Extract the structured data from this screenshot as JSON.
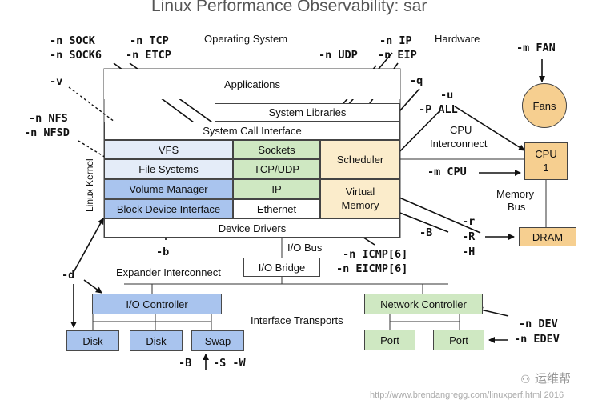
{
  "title": "Linux Performance Observability: sar",
  "sections": {
    "os": "Operating System",
    "hardware": "Hardware",
    "kernel": "Linux Kernel",
    "cpu_interconnect": "CPU Interconnect",
    "memory_bus": "Memory Bus",
    "io_bus": "I/O Bus",
    "expander": "Expander Interconnect",
    "transports": "Interface Transports"
  },
  "blocks": {
    "applications": "Applications",
    "system_libraries": "System Libraries",
    "syscall": "System Call Interface",
    "vfs": "VFS",
    "file_systems": "File Systems",
    "volume_manager": "Volume Manager",
    "block_device": "Block Device Interface",
    "sockets": "Sockets",
    "tcp_udp": "TCP/UDP",
    "ip": "IP",
    "ethernet": "Ethernet",
    "scheduler": "Scheduler",
    "virtual_memory": "Virtual Memory",
    "device_drivers": "Device Drivers",
    "io_bridge": "I/O Bridge",
    "io_controller": "I/O Controller",
    "network_controller": "Network Controller",
    "disk1": "Disk",
    "disk2": "Disk",
    "swap": "Swap",
    "port1": "Port",
    "port2": "Port",
    "fans": "Fans",
    "cpu": "CPU",
    "cpu_num": "1",
    "dram": "DRAM"
  },
  "flags": {
    "sock": "-n SOCK",
    "sock6": "-n SOCK6",
    "tcp": "-n TCP",
    "etcp": "-n ETCP",
    "ip": "-n IP",
    "udp": "-n UDP",
    "eip": "-n EIP",
    "v": "-v",
    "nfs": "-n NFS",
    "nfsd": "-n NFSD",
    "q": "-q",
    "u": "-u",
    "p_all": "-P ALL",
    "m_cpu": "-m CPU",
    "m_fan": "-m FAN",
    "r": "-r",
    "R": "-R",
    "H": "-H",
    "B": "-B",
    "icmp": "-n ICMP[6]",
    "eicmp": "-n EICMP[6]",
    "b": "-b",
    "d": "-d",
    "dev": "-n DEV",
    "edev": "-n EDEV",
    "bsw_b": "-B",
    "bsw_sw": "-S -W"
  },
  "watermark": {
    "brand": "运维帮",
    "url": "http://www.brendangregg.com/linuxperf.html 2016"
  },
  "colors": {
    "blue": "#a9c4ee",
    "green": "#cfe8c2",
    "peach": "#fbeccb",
    "orange": "#f6cf90"
  }
}
